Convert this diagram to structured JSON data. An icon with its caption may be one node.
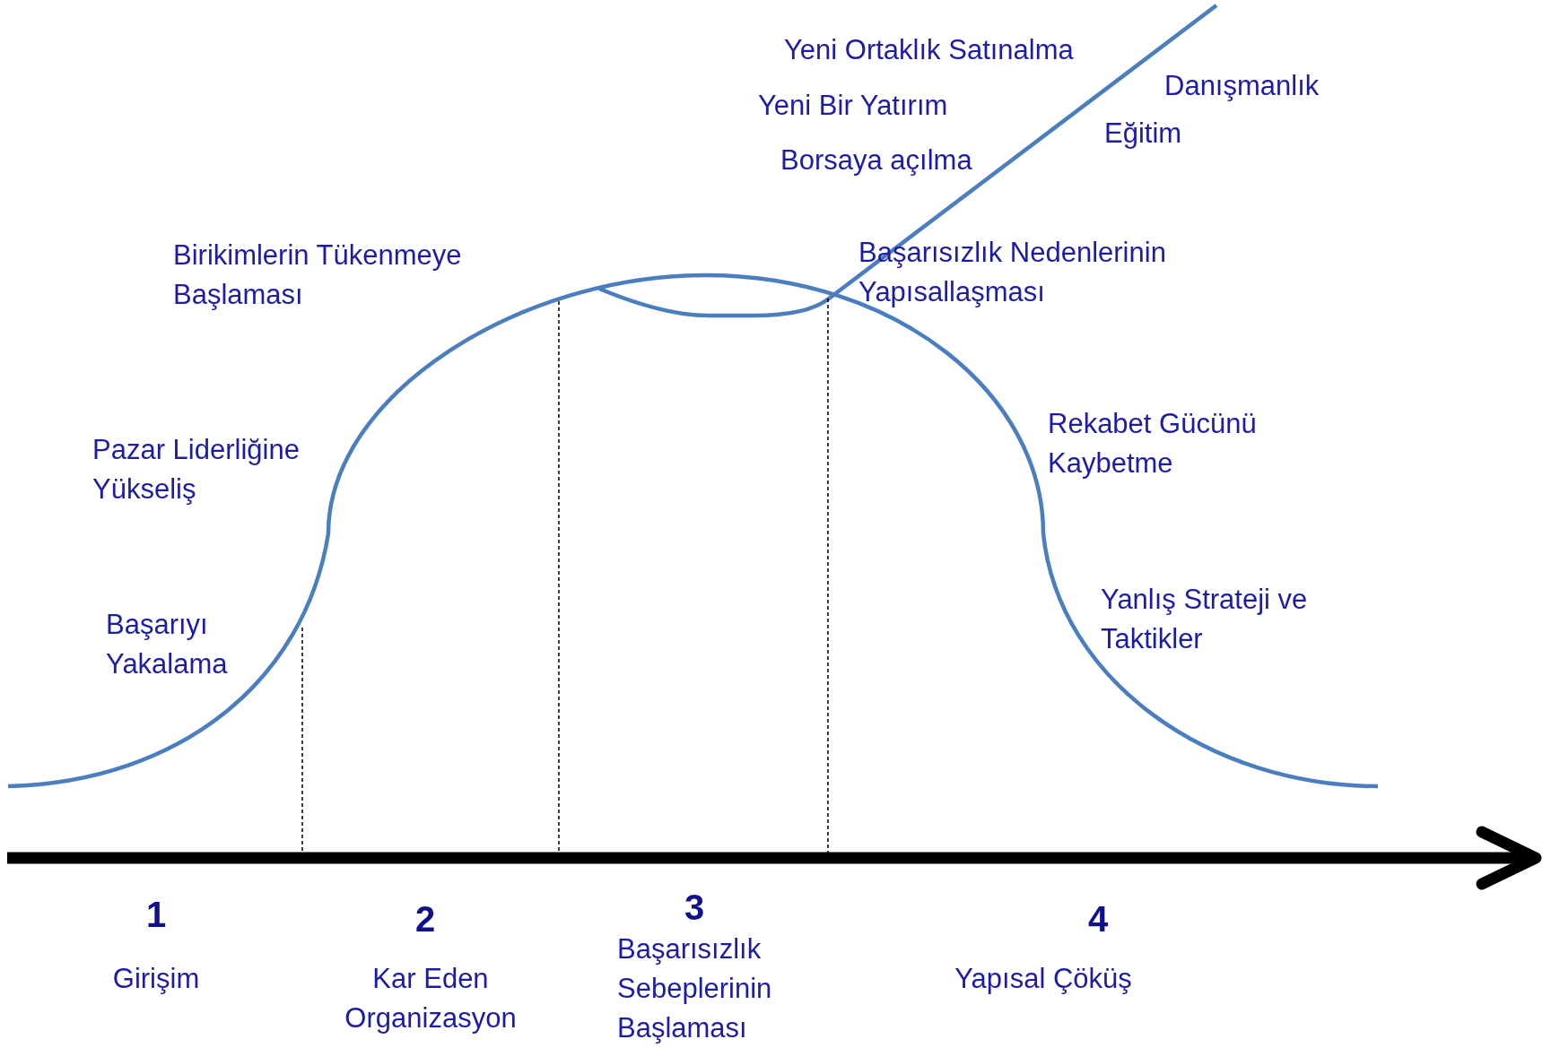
{
  "diagram": {
    "labels": [
      "Yeni Ortaklık Satınalma",
      "Danışmanlık",
      "Yeni Bir Yatırım",
      "Eğitim",
      "Borsaya açılma",
      "Birikimlerin Tükenmeye Başlaması",
      "Başarısızlık Nedenlerinin Yapısallaşması",
      "Rekabet Gücünü Kaybetme",
      "Pazar Liderliğine Yükseliş",
      "Yanlış Strateji ve Taktikler",
      "Başarıyı Yakalama",
      "1",
      "2",
      "3",
      "4",
      "Girişim",
      "Kar Eden Organizasyon",
      "Başarısızlık Sebeplerinin Başlaması",
      "Yapısal Çöküş"
    ]
  }
}
